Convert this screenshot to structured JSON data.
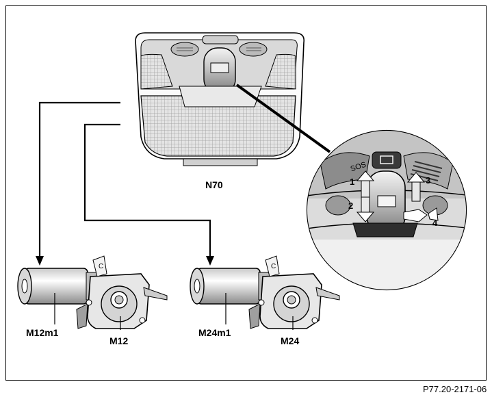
{
  "labels": {
    "overhead_unit": "N70",
    "motor_left": "M12m1",
    "motor_left_gear": "M12",
    "motor_right": "M24m1",
    "motor_right_gear": "M24"
  },
  "callouts": {
    "sos": "SOS",
    "n1": "1",
    "n2": "2",
    "n3": "3",
    "n4": "4"
  },
  "figure_ref": "P77.20-2171-06",
  "colors": {
    "line": "#000000",
    "shade_light": "#d8d8d8",
    "shade_mid": "#a8a8a8",
    "shade_dark": "#555555"
  }
}
